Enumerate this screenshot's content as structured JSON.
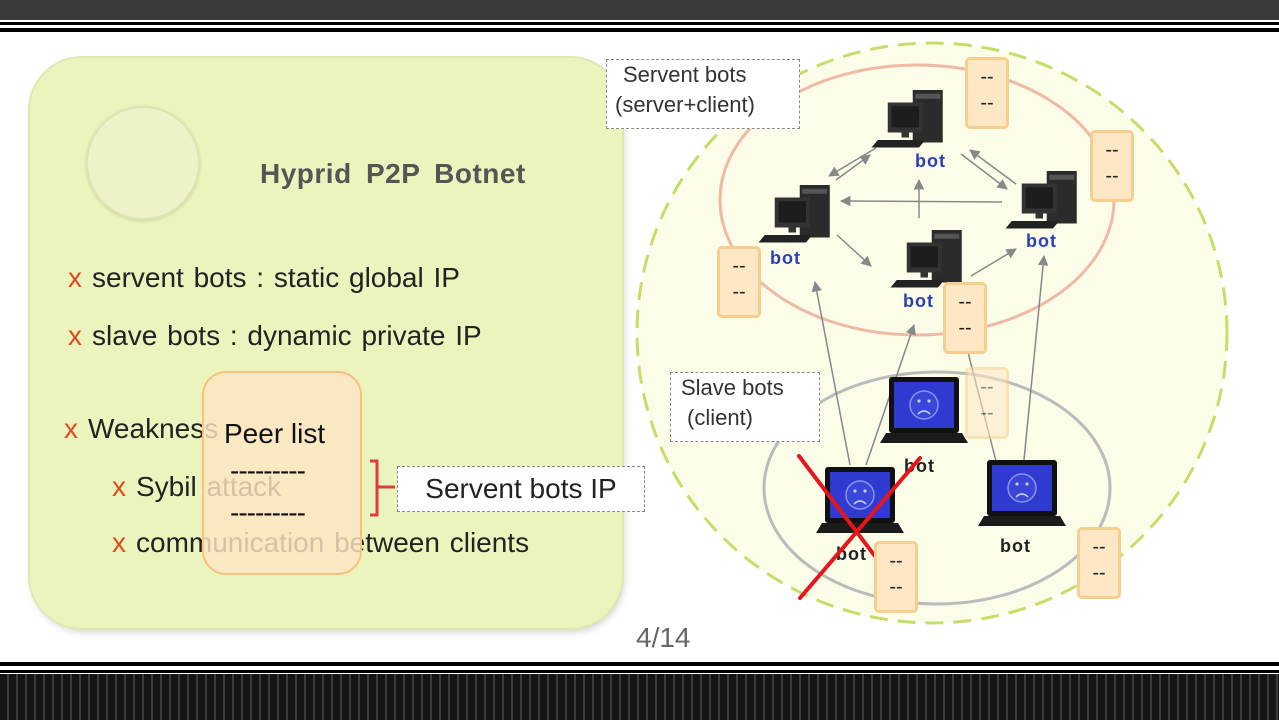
{
  "slide": {
    "title": "Hyprid  P2P  Botnet",
    "bullets": [
      {
        "marker": "x",
        "text": "servent bots : static global IP"
      },
      {
        "marker": "x",
        "text": "slave bots : dynamic private IP"
      },
      {
        "marker": "x",
        "text": "Weakness"
      }
    ],
    "sub_bullets": [
      {
        "marker": "x",
        "text": "Sybil attack"
      },
      {
        "marker": "x",
        "text": "communication between clients"
      }
    ],
    "page_number": "4/14"
  },
  "peer_list": {
    "title": "Peer list",
    "lines": [
      "---------",
      "---------"
    ],
    "servent_ip_label": "Servent bots IP"
  },
  "diagram": {
    "servent_caption_line1": "Servent bots",
    "servent_caption_line2": "(server+client)",
    "slave_caption_line1": "Slave bots",
    "slave_caption_line2": "(client)",
    "bot_label": "bot",
    "note_text": "--",
    "colors": {
      "outer_ring": "#c7dd6a",
      "servent_ring": "#efb9a5",
      "slave_ring": "#bbbbbb",
      "cross": "#e8141c",
      "bot_label": "#2a3eb8"
    }
  }
}
